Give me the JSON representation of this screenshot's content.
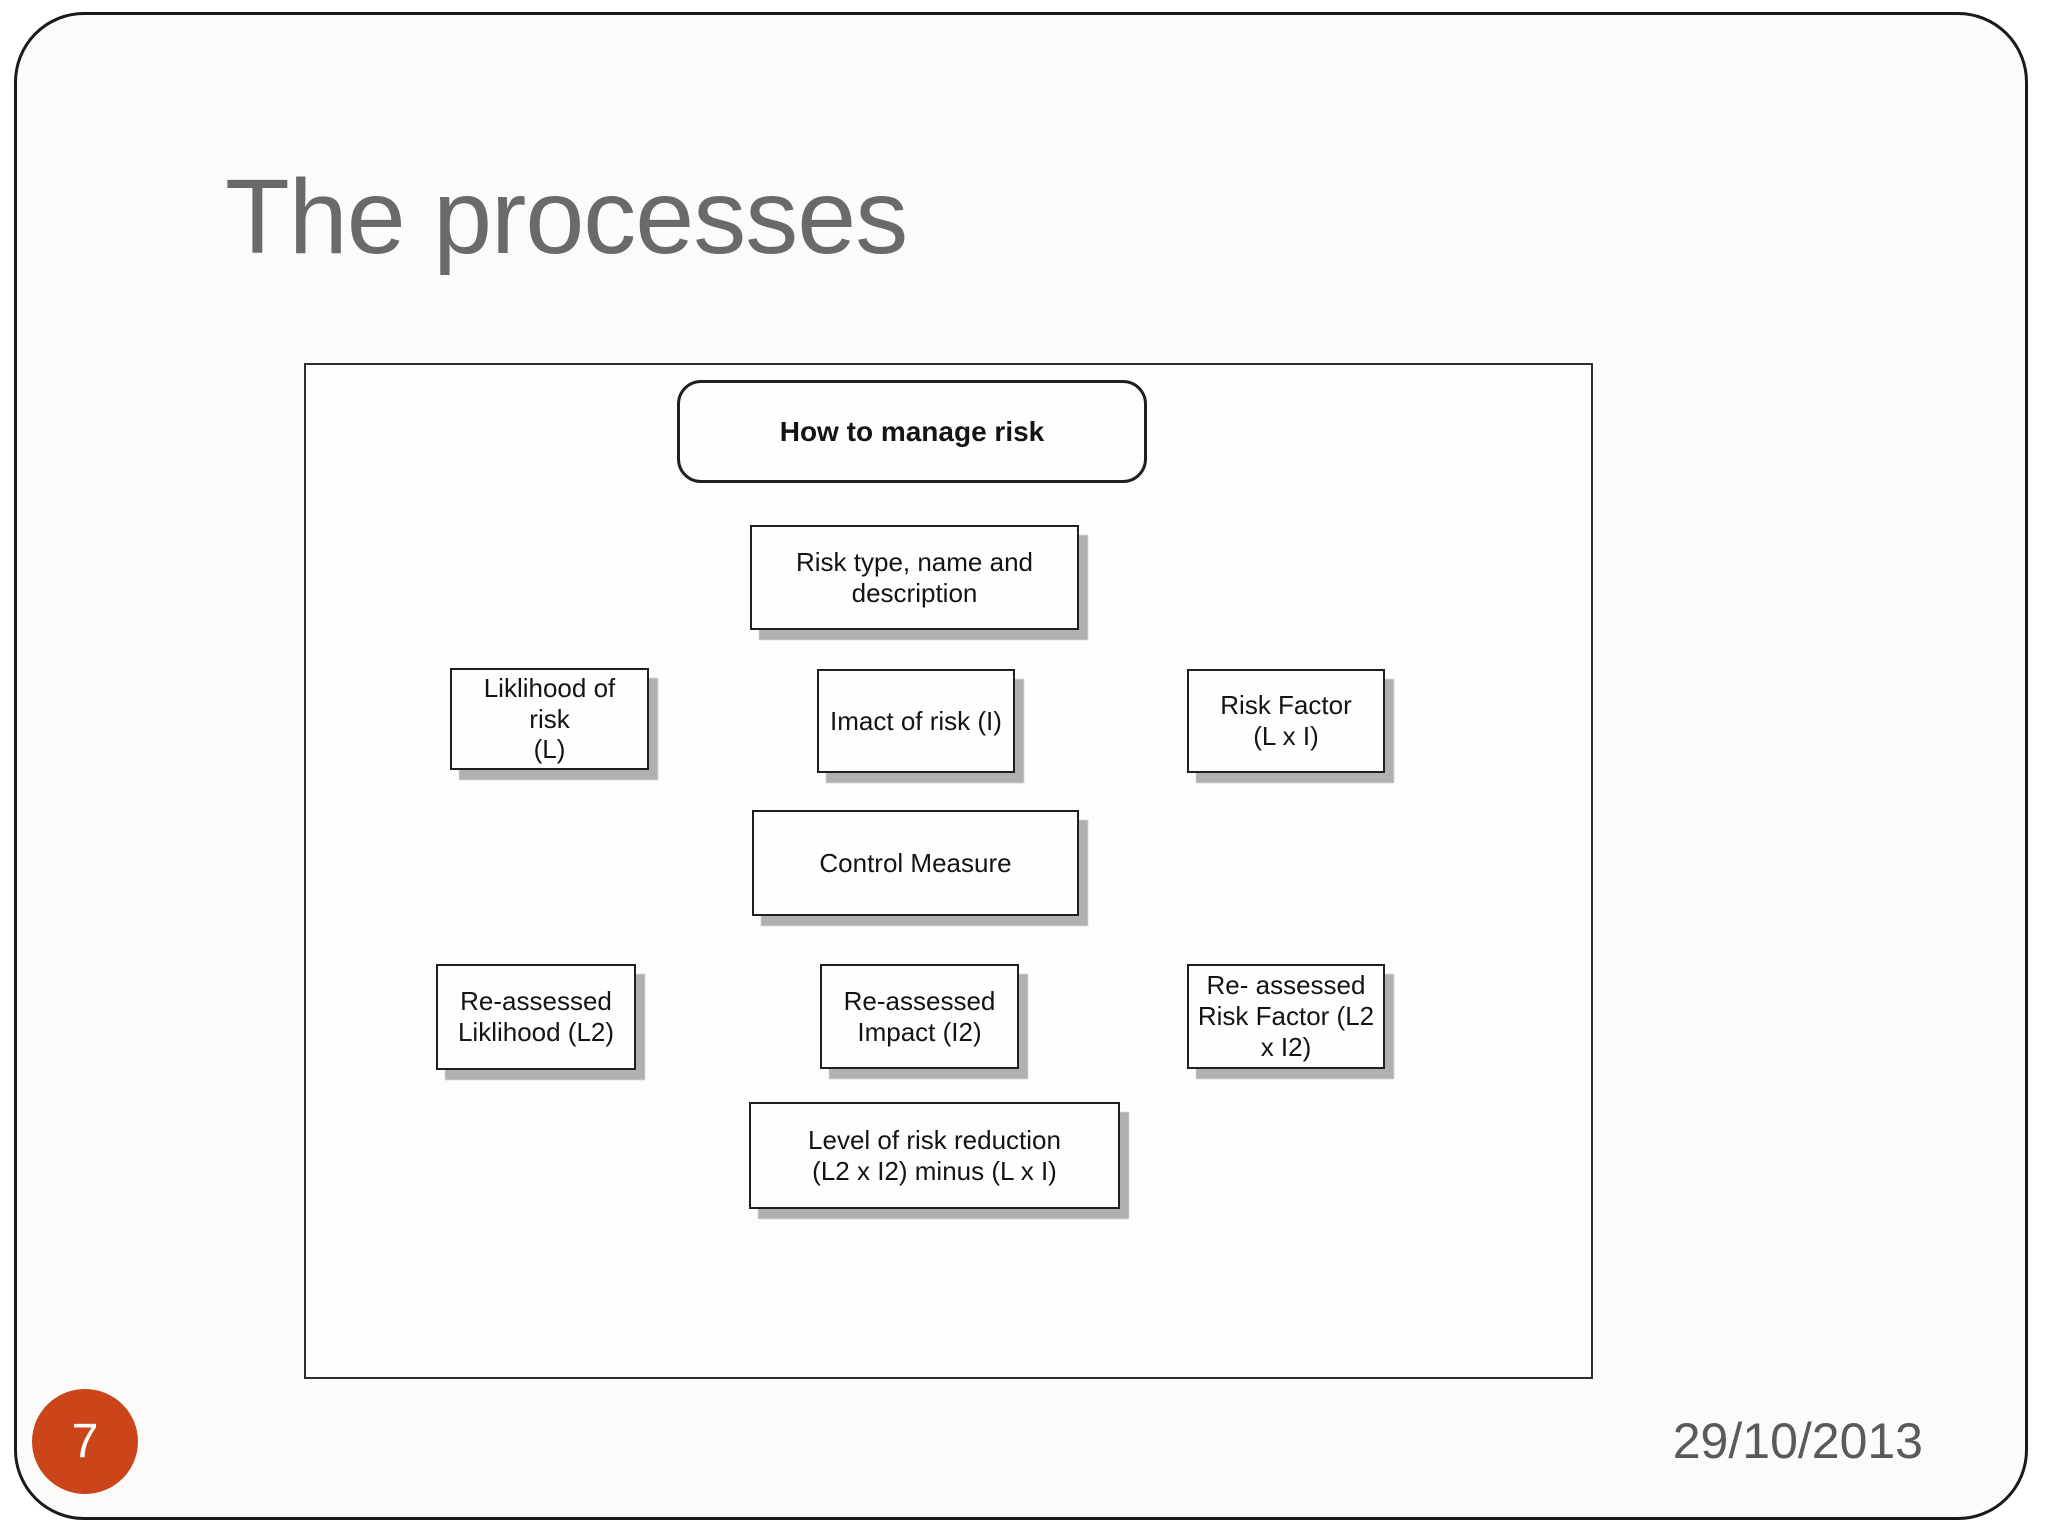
{
  "slide": {
    "title": "The processes",
    "page_number": "7",
    "date": "29/10/2013",
    "accent_color": "#cc4419",
    "title_color": "#6a6a6a"
  },
  "diagram": {
    "boxes": [
      {
        "id": "how-to-manage-risk",
        "label": "How to manage risk"
      },
      {
        "id": "risk-type",
        "label": "Risk type, name and\ndescription"
      },
      {
        "id": "likelihood-of-risk",
        "label": "Liklihood of risk\n(L)"
      },
      {
        "id": "impact-of-risk",
        "label": "Imact of risk (I)"
      },
      {
        "id": "risk-factor",
        "label": "Risk Factor\n(L x I)"
      },
      {
        "id": "control-measure",
        "label": "Control Measure"
      },
      {
        "id": "reassessed-likelihood",
        "label": "Re-assessed\nLiklihood (L2)"
      },
      {
        "id": "reassessed-impact",
        "label": "Re-assessed\nImpact (I2)"
      },
      {
        "id": "reassessed-risk-factor",
        "label": "Re- assessed\nRisk Factor (L2\nx I2)"
      },
      {
        "id": "level-of-risk-reduction",
        "label": "Level of risk reduction\n(L2 x I2) minus (L x I)"
      }
    ]
  }
}
